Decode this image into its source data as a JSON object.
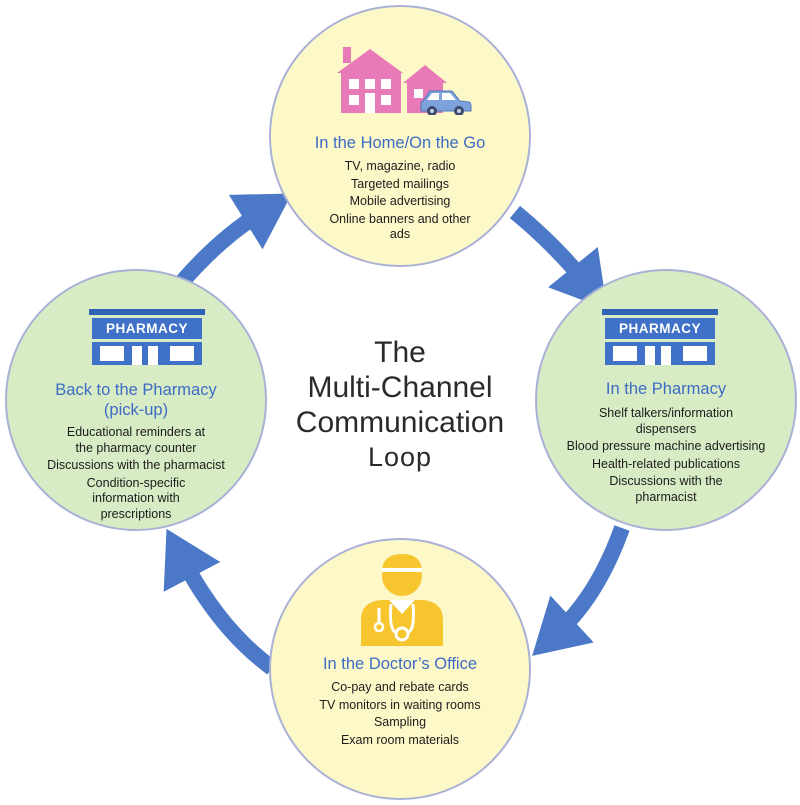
{
  "center": {
    "line1": "The",
    "line2": "Multi-Channel",
    "line3": "Communication",
    "line4": "Loop"
  },
  "nodes": {
    "home": {
      "title": "In the Home/On the Go",
      "items": [
        "TV, magazine, radio",
        "Targeted mailings",
        "Mobile advertising",
        "Online banners and other ads"
      ]
    },
    "pharmacy": {
      "sign": "PHARMACY",
      "title": "In the Pharmacy",
      "items": [
        "Shelf talkers/information dispensers",
        "Blood pressure machine advertising",
        "Health-related publications",
        "Discussions with the pharmacist"
      ]
    },
    "doctor": {
      "title": "In the Doctor’s Office",
      "items": [
        "Co-pay and rebate cards",
        "TV monitors in waiting rooms",
        "Sampling",
        "Exam room materials"
      ]
    },
    "back": {
      "sign": "PHARMACY",
      "title_line1": "Back to the Pharmacy",
      "title_line2": "(pick-up)",
      "items": [
        "Educational reminders at the pharmacy counter",
        "Discussions with the pharmacist",
        "Condition-specific information with prescriptions"
      ]
    }
  },
  "colors": {
    "arrow": "#4b79c8",
    "title_text": "#3d6cc4",
    "yellow_fill": "#fdf8c8",
    "green_fill": "#d7ebc5",
    "circle_border": "#a9b1d6",
    "house": "#e97ab8",
    "car": "#7ea3dc",
    "doctor": "#f7c52e",
    "pharmacy_sign": "#3f71c8"
  },
  "icons": {
    "home": "house-car-icon",
    "pharmacy": "pharmacy-storefront-icon",
    "doctor": "doctor-stethoscope-icon",
    "back": "pharmacy-storefront-icon"
  }
}
